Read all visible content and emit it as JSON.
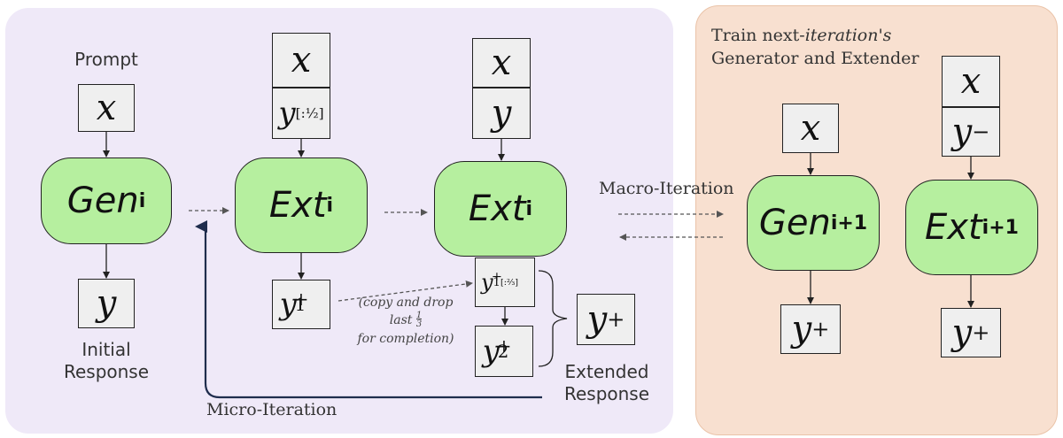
{
  "labels": {
    "prompt": "Prompt",
    "initial_response_line1": "Initial",
    "initial_response_line2": "Response",
    "micro_iteration": "Micro-Iteration",
    "macro_iteration": "Macro-Iteration",
    "extended_response_line1": "Extended",
    "extended_response_line2": "Response",
    "train_line1_a": "Train next-",
    "train_line1_b": "iteration's",
    "train_line2": "Generator and Extender",
    "copy_note_line1": "(copy and drop",
    "copy_note_line2_a": "last",
    "copy_note_fraction_num": "1",
    "copy_note_fraction_den": "3",
    "copy_note_line3": "for completion)"
  },
  "symbols": {
    "x": "x",
    "y": "y",
    "y_plus": "y",
    "plus": "+",
    "minus": "−",
    "half_slice": "[:½]",
    "two_thirds_slice": "[:⅔]",
    "one": "1",
    "two": "2"
  },
  "models": {
    "gen_i": {
      "name": "Gen",
      "sub": "i"
    },
    "ext_i": {
      "name": "Ext",
      "sub": "i"
    },
    "gen_next": {
      "name": "Gen",
      "sub": "i+1"
    },
    "ext_next": {
      "name": "Ext",
      "sub": "i+1"
    }
  },
  "colors": {
    "left_panel": "#efe9f8",
    "right_panel": "#f8e0d0",
    "model_fill": "#b6ef9f",
    "box_fill": "#efefef",
    "micro_arrow": "#1f2d4d"
  }
}
